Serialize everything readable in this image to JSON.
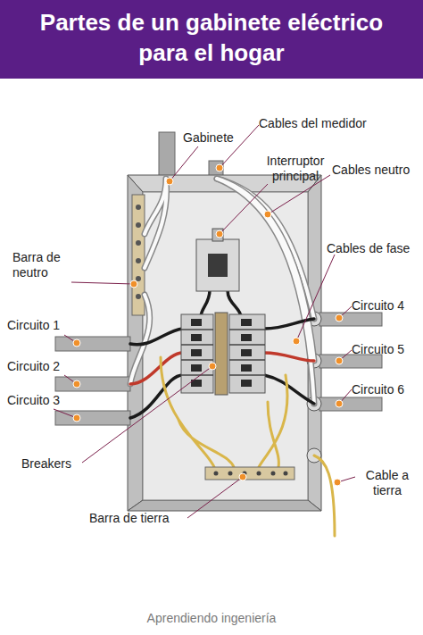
{
  "diagram": {
    "title": "Partes de un gabinete eléctrico para el hogar",
    "labels": [
      "Gabinete",
      "Cables del medidor",
      "Interruptor principal",
      "Cables neutro",
      "Barra de neutro",
      "Cables de fase",
      "Circuito 1",
      "Circuito 4",
      "Circuito 2",
      "Circuito 5",
      "Circuito 3",
      "Circuito 6",
      "Breakers",
      "Cable a tierra",
      "Barra de tierra",
      "Aprendiendo ingeniería"
    ]
  }
}
